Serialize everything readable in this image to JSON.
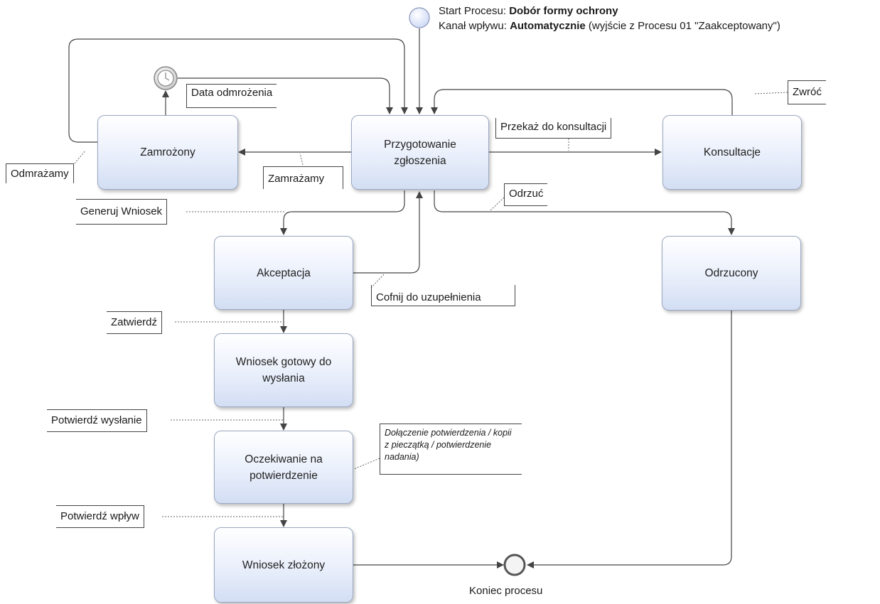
{
  "start_event": {
    "line1_prefix": "Start Procesu: ",
    "line1_value": "Dobór formy ochrony",
    "line2_prefix": "Kanał wpływu: ",
    "line2_value": "Automatycznie",
    "line2_suffix": " (wyjście z Procesu 01 \"Zaakceptowany\")"
  },
  "tasks": {
    "zamrozony": "Zamrożony",
    "przygotowanie": "Przygotowanie zgłoszenia",
    "konsultacje": "Konsultacje",
    "akceptacja": "Akceptacja",
    "odrzucony": "Odrzucony",
    "wniosek_gotowy": "Wniosek gotowy do wysłania",
    "oczekiwanie": "Oczekiwanie na potwierdzenie",
    "wniosek_zlozony": "Wniosek złożony"
  },
  "annotations": {
    "data_odmrozenia": "Data odmrożenia",
    "odmrazamy": "Odmrażamy",
    "zamrazamy": "Zamrażamy",
    "przekaz": "Przekaż do konsultacji",
    "zwroc": "Zwróć",
    "odrzuc": "Odrzuć",
    "generuj": "Generuj Wniosek",
    "cofnij": "Cofnij do uzupełnienia",
    "zatwierdz": "Zatwierdź",
    "potwierdz_wyslanie": "Potwierdź wysłanie",
    "dolaczenie": "Dołączenie potwierdzenia / kopii z pieczątką / potwierdzenie nadania)",
    "potwierdz_wplyw": "Potwierdź wpływ"
  },
  "end_event": {
    "label": "Koniec procesu"
  },
  "colors": {
    "task_border": "#9aa9c2",
    "task_fill_top": "#ffffff",
    "task_fill_bottom": "#d3def4",
    "flow_line": "#444444",
    "start_event_fill": "#dfe6fb",
    "end_event_stroke": "#555555"
  }
}
